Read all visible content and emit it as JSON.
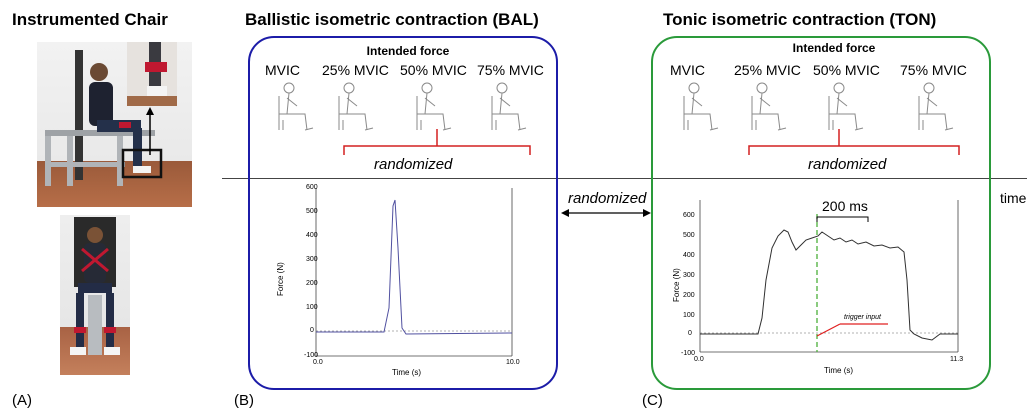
{
  "panel_a": {
    "title": "Instrumented Chair",
    "label": "(A)"
  },
  "panel_b": {
    "title": "Ballistic isometric contraction (BAL)",
    "intended_force": "Intended force",
    "conditions": [
      "MVIC",
      "25% MVIC",
      "50% MVIC",
      "75% MVIC"
    ],
    "randomized": "randomized",
    "label": "(B)",
    "border_color": "#1c1ca8",
    "chart": {
      "ylabel": "Force (N)",
      "xlabel": "Time (s)",
      "y_ticks": [
        "600",
        "500",
        "400",
        "300",
        "200",
        "100",
        "0",
        "-100"
      ],
      "x_ticks": [
        "0.0",
        "10.0"
      ]
    }
  },
  "panel_c": {
    "title": "Tonic isometric contraction (TON)",
    "intended_force": "Intended force",
    "conditions": [
      "MVIC",
      "25% MVIC",
      "50% MVIC",
      "75% MVIC"
    ],
    "randomized": "randomized",
    "label": "(C)",
    "border_color": "#2a9a3a",
    "duration_label": "200 ms",
    "trigger_label": "trigger input",
    "chart": {
      "ylabel": "Force (N)",
      "xlabel": "Time (s)",
      "y_ticks": [
        "600",
        "500",
        "400",
        "300",
        "200",
        "100",
        "0",
        "-100"
      ],
      "x_ticks": [
        "0.0",
        "11.3"
      ]
    }
  },
  "middle": {
    "randomized": "randomized",
    "time_label": "time"
  },
  "colors": {
    "bracket": "#d42020",
    "trigger_line": "#e02020",
    "dashed_marker": "#4caf3a",
    "bal_trace": "#5050a0",
    "ton_trace": "#303030"
  }
}
